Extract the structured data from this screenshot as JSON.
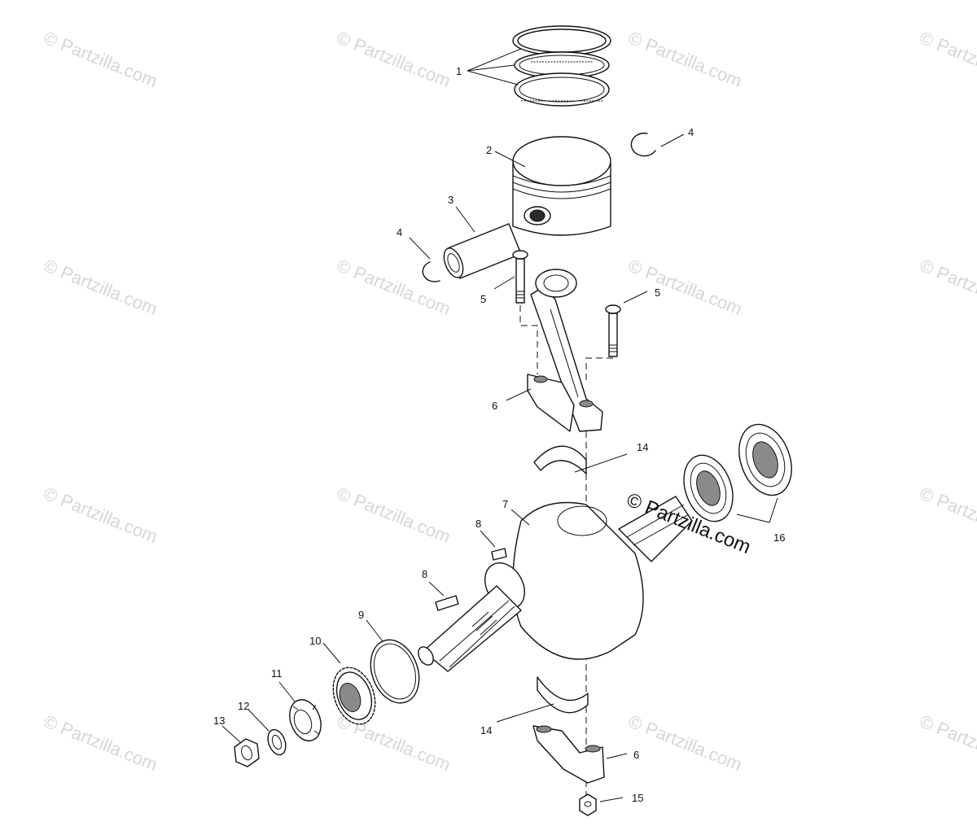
{
  "watermark": {
    "text": "© Partzilla.com",
    "main_text": "© Partzilla.com"
  },
  "callouts": {
    "c1": "1",
    "c2": "2",
    "c3": "3",
    "c4a": "4",
    "c4b": "4",
    "c5a": "5",
    "c5b": "5",
    "c6a": "6",
    "c6b": "6",
    "c7": "7",
    "c8a": "8",
    "c8b": "8",
    "c9": "9",
    "c10": "10",
    "c11": "11",
    "c12": "12",
    "c13": "13",
    "c14a": "14",
    "c14b": "14",
    "c15": "15",
    "c16": "16"
  }
}
